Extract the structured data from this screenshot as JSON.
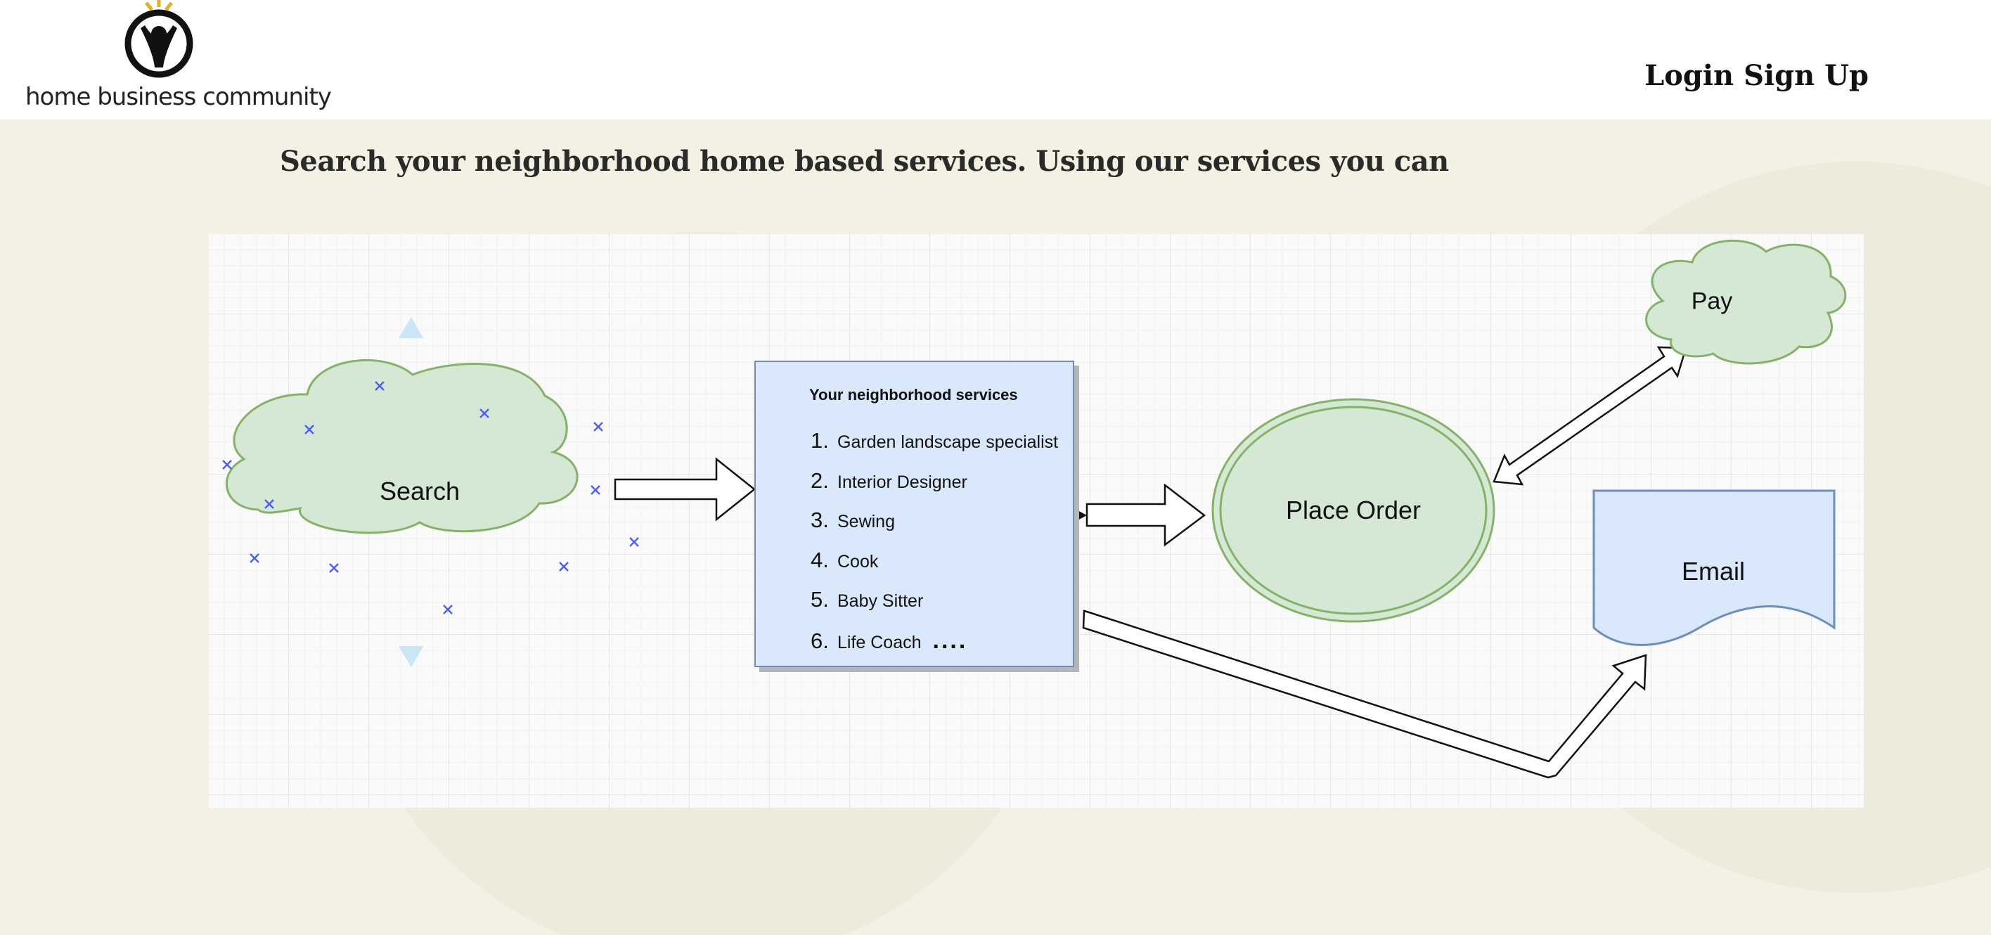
{
  "header": {
    "logo_text": "home business community",
    "login_label": "Login",
    "signup_label": "Sign Up"
  },
  "tagline": "Search your neighborhood home based services. Using our services you can",
  "diagram": {
    "search_label": "Search",
    "services_title": "Your neighborhood services",
    "services": [
      {
        "num": "1.",
        "label": "Garden landscape specialist"
      },
      {
        "num": "2.",
        "label": "Interior Designer"
      },
      {
        "num": "3.",
        "label": "Sewing"
      },
      {
        "num": "4.",
        "label": "Cook"
      },
      {
        "num": "5.",
        "label": "Baby Sitter"
      },
      {
        "num": "6.",
        "label": "Life Coach"
      }
    ],
    "services_more": "....",
    "place_order_label": "Place Order",
    "pay_label": "Pay",
    "email_label": "Email"
  },
  "colors": {
    "page_bg": "#f2f1e3",
    "green_fill": "#d5e8d4",
    "green_stroke": "#82b366",
    "blue_fill": "#dae8fc",
    "blue_stroke": "#6c8ebf",
    "handle_blue": "#4b5cff"
  }
}
